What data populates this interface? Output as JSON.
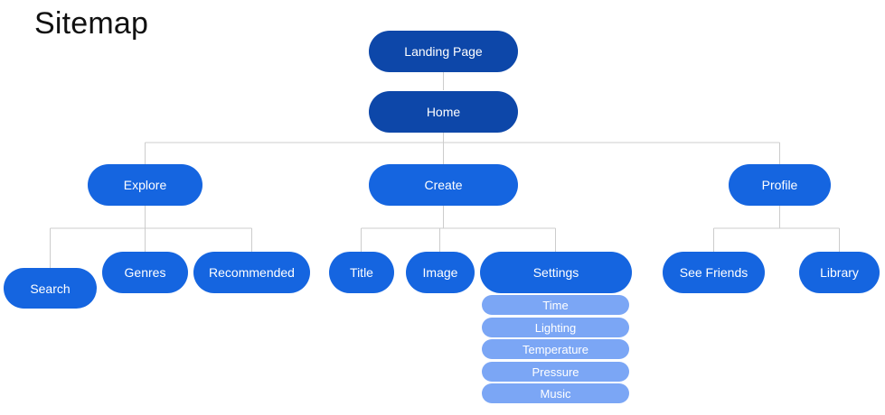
{
  "page": {
    "title": "Sitemap",
    "background": "#ffffff"
  },
  "colors": {
    "root": "#0d47a9",
    "branch": "#1565e0",
    "leaf": "#7ba6f5",
    "connector": "#cccccc",
    "text_on_node": "#ffffff",
    "title_text": "#111111"
  },
  "nodes": {
    "landing_page": {
      "label": "Landing Page",
      "level": "root"
    },
    "home": {
      "label": "Home",
      "level": "root"
    },
    "explore": {
      "label": "Explore",
      "level": "branch"
    },
    "create": {
      "label": "Create",
      "level": "branch"
    },
    "profile": {
      "label": "Profile",
      "level": "branch"
    },
    "search": {
      "label": "Search",
      "level": "branch"
    },
    "genres": {
      "label": "Genres",
      "level": "branch"
    },
    "recommended": {
      "label": "Recommended",
      "level": "branch"
    },
    "title_node": {
      "label": "Title",
      "level": "branch"
    },
    "image": {
      "label": "Image",
      "level": "branch"
    },
    "settings": {
      "label": "Settings",
      "level": "branch"
    },
    "see_friends": {
      "label": "See Friends",
      "level": "branch"
    },
    "library": {
      "label": "Library",
      "level": "branch"
    },
    "time": {
      "label": "Time",
      "level": "leaf"
    },
    "lighting": {
      "label": "Lighting",
      "level": "leaf"
    },
    "temperature": {
      "label": "Temperature",
      "level": "leaf"
    },
    "pressure": {
      "label": "Pressure",
      "level": "leaf"
    },
    "music": {
      "label": "Music",
      "level": "leaf"
    }
  },
  "hierarchy": {
    "root": "landing_page",
    "edges": [
      [
        "landing_page",
        "home"
      ],
      [
        "home",
        "explore"
      ],
      [
        "home",
        "create"
      ],
      [
        "home",
        "profile"
      ],
      [
        "explore",
        "search"
      ],
      [
        "explore",
        "genres"
      ],
      [
        "explore",
        "recommended"
      ],
      [
        "create",
        "title_node"
      ],
      [
        "create",
        "image"
      ],
      [
        "create",
        "settings"
      ],
      [
        "profile",
        "see_friends"
      ],
      [
        "profile",
        "library"
      ],
      [
        "settings",
        "time"
      ],
      [
        "settings",
        "lighting"
      ],
      [
        "settings",
        "temperature"
      ],
      [
        "settings",
        "pressure"
      ],
      [
        "settings",
        "music"
      ]
    ]
  }
}
